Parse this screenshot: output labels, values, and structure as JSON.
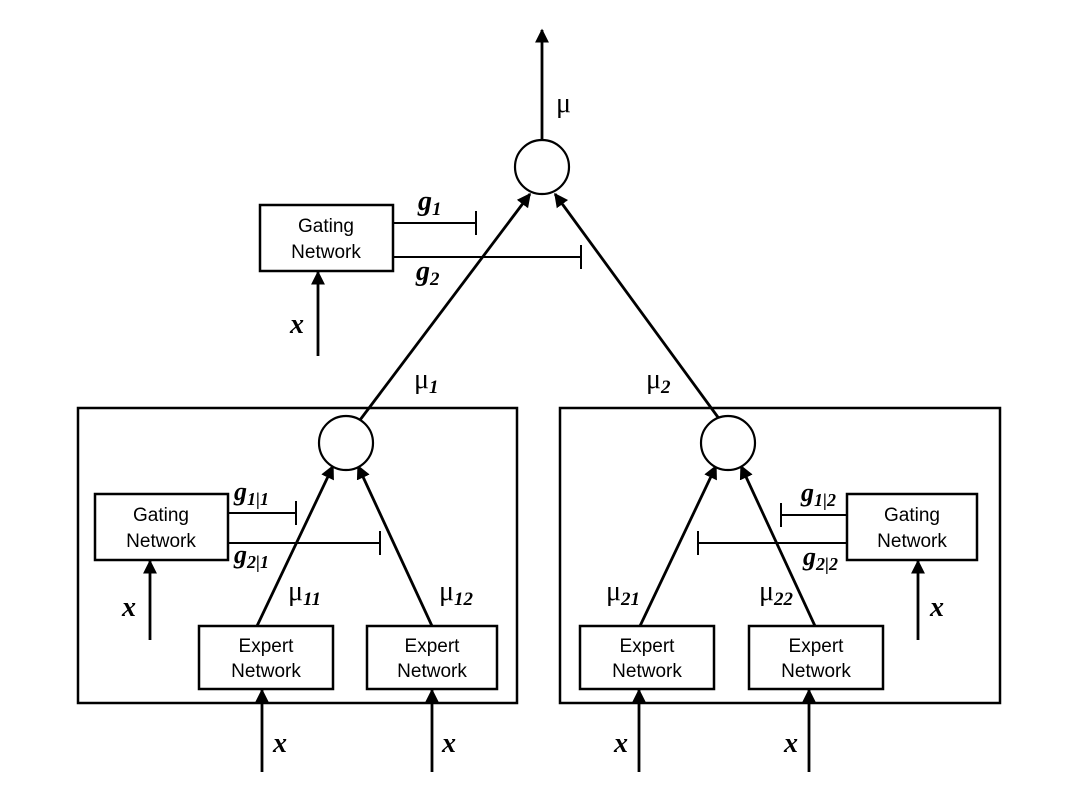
{
  "boxes": {
    "gating_top": [
      "Gating",
      "Network"
    ],
    "gating_left": [
      "Gating",
      "Network"
    ],
    "gating_right": [
      "Gating",
      "Network"
    ],
    "expert_11": [
      "Expert",
      "Network"
    ],
    "expert_12": [
      "Expert",
      "Network"
    ],
    "expert_21": [
      "Expert",
      "Network"
    ],
    "expert_22": [
      "Expert",
      "Network"
    ]
  },
  "labels": {
    "input": "x",
    "mu": "μ",
    "mu1": {
      "base": "μ",
      "sub": "1"
    },
    "mu2": {
      "base": "μ",
      "sub": "2"
    },
    "mu11": {
      "base": "μ",
      "sub": "11"
    },
    "mu12": {
      "base": "μ",
      "sub": "12"
    },
    "mu21": {
      "base": "μ",
      "sub": "21"
    },
    "mu22": {
      "base": "μ",
      "sub": "22"
    },
    "g1": {
      "base": "g",
      "sub": "1"
    },
    "g2": {
      "base": "g",
      "sub": "2"
    },
    "g1_1": {
      "base": "g",
      "sub": "1|1"
    },
    "g2_1": {
      "base": "g",
      "sub": "2|1"
    },
    "g1_2": {
      "base": "g",
      "sub": "1|2"
    },
    "g2_2": {
      "base": "g",
      "sub": "2|2"
    }
  }
}
